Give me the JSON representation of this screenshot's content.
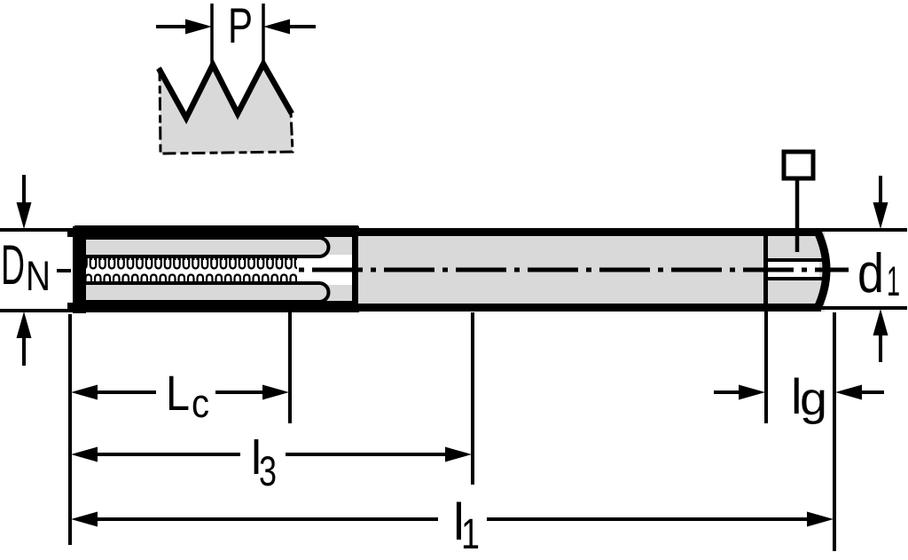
{
  "drawing": {
    "colors": {
      "background": "#ffffff",
      "line": "#000000",
      "fill": "#d9d9d9"
    },
    "labels": {
      "p": {
        "base": "P",
        "sub": ""
      },
      "dn": {
        "base": "D",
        "sub": "N"
      },
      "d1": {
        "base": "d",
        "sub": "1"
      },
      "lc": {
        "base": "L",
        "sub": "c"
      },
      "l3": {
        "base": "l",
        "sub": "3"
      },
      "l1": {
        "base": "l",
        "sub": "1"
      },
      "lg": {
        "base": "l",
        "sub": "g"
      }
    }
  }
}
